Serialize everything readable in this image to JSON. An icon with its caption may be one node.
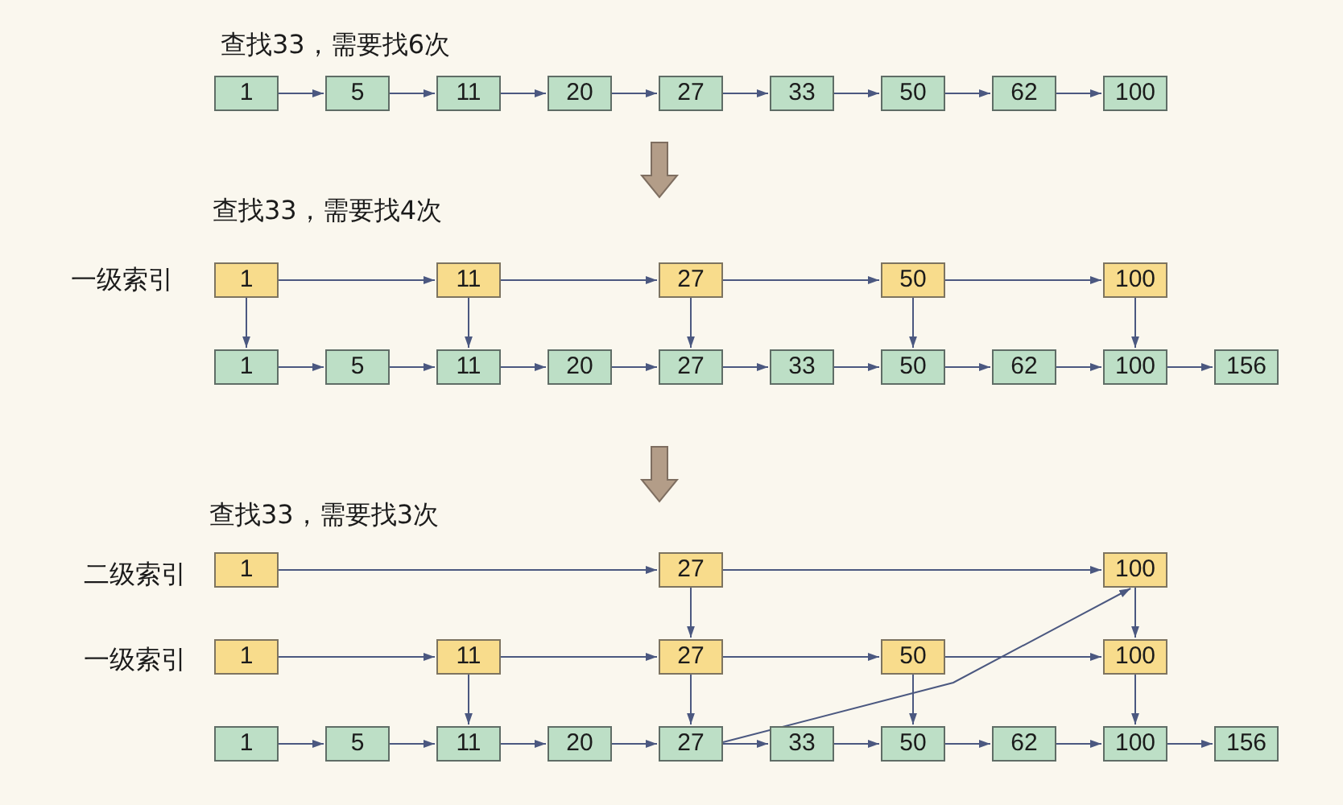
{
  "diagram": {
    "nodes": [
      {
        "text": [
          "1"
        ]
      },
      {
        "text": [
          "5"
        ]
      },
      {
        "text": [
          "11"
        ]
      },
      {
        "text": [
          "20"
        ]
      },
      {
        "text": [
          "27"
        ]
      },
      {
        "text": [
          "33"
        ]
      },
      {
        "text": [
          "50"
        ]
      },
      {
        "text": [
          "62"
        ]
      },
      {
        "text": [
          "100"
        ]
      },
      {
        "text": [
          "1"
        ]
      },
      {
        "text": [
          "11"
        ]
      },
      {
        "text": [
          "27"
        ]
      },
      {
        "text": [
          "50"
        ]
      },
      {
        "text": [
          "100"
        ]
      },
      {
        "text": [
          "1"
        ]
      },
      {
        "text": [
          "5"
        ]
      },
      {
        "text": [
          "11"
        ]
      },
      {
        "text": [
          "20"
        ]
      },
      {
        "text": [
          "27"
        ]
      },
      {
        "text": [
          "33"
        ]
      },
      {
        "text": [
          "50"
        ]
      },
      {
        "text": [
          "62"
        ]
      },
      {
        "text": [
          "100"
        ]
      },
      {
        "text": [
          "156"
        ]
      },
      {
        "text": [
          "1"
        ]
      },
      {
        "text": [
          "27"
        ]
      },
      {
        "text": [
          "100"
        ]
      },
      {
        "text": [
          "1"
        ]
      },
      {
        "text": [
          "11"
        ]
      },
      {
        "text": [
          "27"
        ]
      },
      {
        "text": [
          "50"
        ]
      },
      {
        "text": [
          "100"
        ]
      },
      {
        "text": [
          "1"
        ]
      },
      {
        "text": [
          "5"
        ]
      },
      {
        "text": [
          "11"
        ]
      },
      {
        "text": [
          "20"
        ]
      },
      {
        "text": [
          "27"
        ]
      },
      {
        "text": [
          "33"
        ]
      },
      {
        "text": [
          "50"
        ]
      },
      {
        "text": [
          "62"
        ]
      },
      {
        "text": [
          "100"
        ]
      },
      {
        "text": [
          "156"
        ]
      }
    ],
    "edges": [
      {
        "from": 0,
        "to": 1,
        "arrow": "to"
      },
      {
        "from": 1,
        "to": 2,
        "arrow": "to"
      },
      {
        "from": 2,
        "to": 3,
        "arrow": "to"
      },
      {
        "from": 3,
        "to": 4,
        "arrow": "to"
      },
      {
        "from": 4,
        "to": 5,
        "arrow": "to"
      },
      {
        "from": 5,
        "to": 6,
        "arrow": "to"
      },
      {
        "from": 6,
        "to": 7,
        "arrow": "to"
      },
      {
        "from": 7,
        "to": 8,
        "arrow": "to"
      },
      {
        "from": 9,
        "to": 10,
        "arrow": "to"
      },
      {
        "from": 10,
        "to": 11,
        "arrow": "to"
      },
      {
        "from": 11,
        "to": 12,
        "arrow": "to"
      },
      {
        "from": 12,
        "to": 13,
        "arrow": "to"
      },
      {
        "from": 9,
        "to": 14,
        "arrow": "to"
      },
      {
        "from": 10,
        "to": 16,
        "arrow": "to"
      },
      {
        "from": 11,
        "to": 18,
        "arrow": "to"
      },
      {
        "from": 12,
        "to": 20,
        "arrow": "to"
      },
      {
        "from": 13,
        "to": 22,
        "arrow": "to"
      },
      {
        "from": 14,
        "to": 15,
        "arrow": "to"
      },
      {
        "from": 15,
        "to": 16,
        "arrow": "to"
      },
      {
        "from": 16,
        "to": 17,
        "arrow": "to"
      },
      {
        "from": 17,
        "to": 18,
        "arrow": "to"
      },
      {
        "from": 18,
        "to": 19,
        "arrow": "to"
      },
      {
        "from": 19,
        "to": 20,
        "arrow": "to"
      },
      {
        "from": 20,
        "to": 21,
        "arrow": "to"
      },
      {
        "from": 21,
        "to": 22,
        "arrow": "to"
      },
      {
        "from": 22,
        "to": 23,
        "arrow": "to"
      },
      {
        "from": 24,
        "to": 25,
        "arrow": "to"
      },
      {
        "from": 25,
        "to": 26,
        "arrow": "to"
      },
      {
        "from": 25,
        "to": 29,
        "arrow": "to"
      },
      {
        "from": 26,
        "to": 31,
        "arrow": "to"
      },
      {
        "from": 27,
        "to": 28,
        "arrow": "to"
      },
      {
        "from": 28,
        "to": 29,
        "arrow": "to"
      },
      {
        "from": 29,
        "to": 30,
        "arrow": "to"
      },
      {
        "from": 30,
        "to": 31,
        "arrow": "to"
      },
      {
        "from": 28,
        "to": 34,
        "arrow": "to"
      },
      {
        "from": 29,
        "to": 36,
        "arrow": "to"
      },
      {
        "from": 30,
        "to": 38,
        "arrow": "to"
      },
      {
        "from": 31,
        "to": 40,
        "arrow": "to"
      },
      {
        "from": 32,
        "to": 33,
        "arrow": "to"
      },
      {
        "from": 33,
        "to": 34,
        "arrow": "to"
      },
      {
        "from": 34,
        "to": 35,
        "arrow": "to"
      },
      {
        "from": 35,
        "to": 36,
        "arrow": "to"
      },
      {
        "from": 36,
        "to": 37,
        "arrow": "to"
      },
      {
        "from": 37,
        "to": 38,
        "arrow": "to"
      },
      {
        "from": 38,
        "to": 39,
        "arrow": "to"
      },
      {
        "from": 39,
        "to": 40,
        "arrow": "to"
      },
      {
        "from": 40,
        "to": 41,
        "arrow": "to"
      },
      {
        "from": 36,
        "to": 26,
        "arrow": "to"
      }
    ],
    "labels": [
      "查找33，需要找6次",
      "查找33，需要找4次",
      "一级索引",
      "查找33，需要找3次",
      "二级索引",
      "一级索引"
    ]
  }
}
